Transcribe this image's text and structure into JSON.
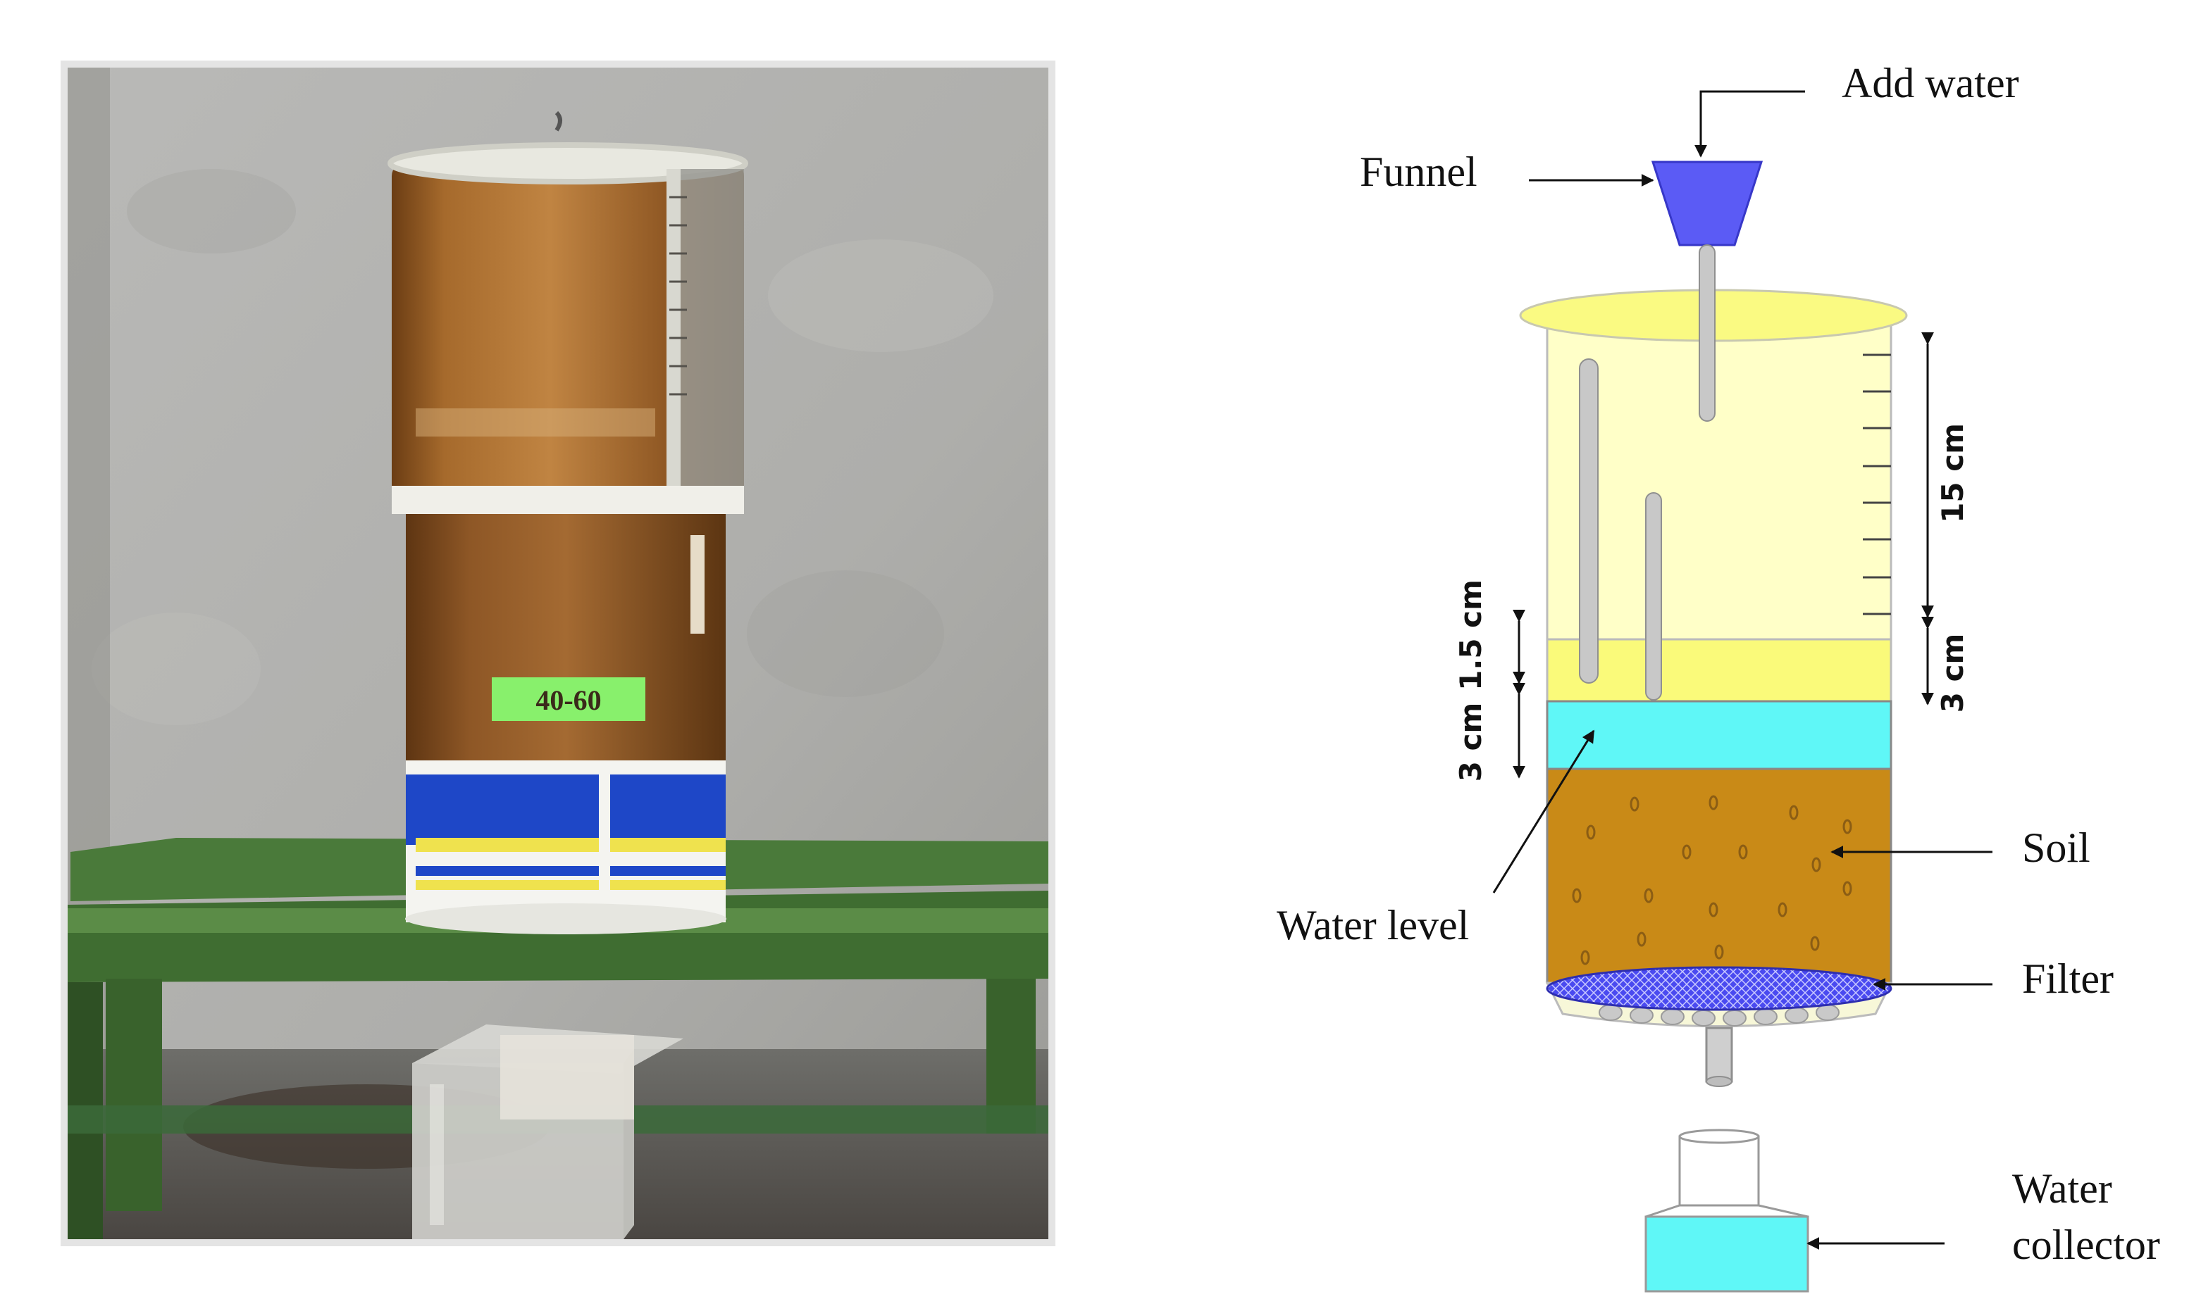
{
  "photo": {
    "sticker_text": "40-60",
    "wall_color": "#b3b3b1",
    "table_color": "#4a7a3a",
    "water_color": "#a0632a"
  },
  "diagram": {
    "labels": {
      "add_water": "Add water",
      "funnel": "Funnel",
      "water_level": "Water level",
      "soil": "Soil",
      "filter": "Filter",
      "water_collector_line1": "Water",
      "water_collector_line2": "collector"
    },
    "dimensions": {
      "upper_column": "15 cm",
      "bottom_right": "3 cm",
      "ponding": "1.5 cm",
      "water_layer": "3 cm"
    },
    "colors": {
      "funnel": "#5b5bf5",
      "rim": "#fafa82",
      "column": "#ffffc8",
      "ponding_band": "#fafa7a",
      "water": "#5ff7f7",
      "soil": "#c98a17",
      "filter": "#4a4af0",
      "tube": "#c8c8c8"
    }
  }
}
